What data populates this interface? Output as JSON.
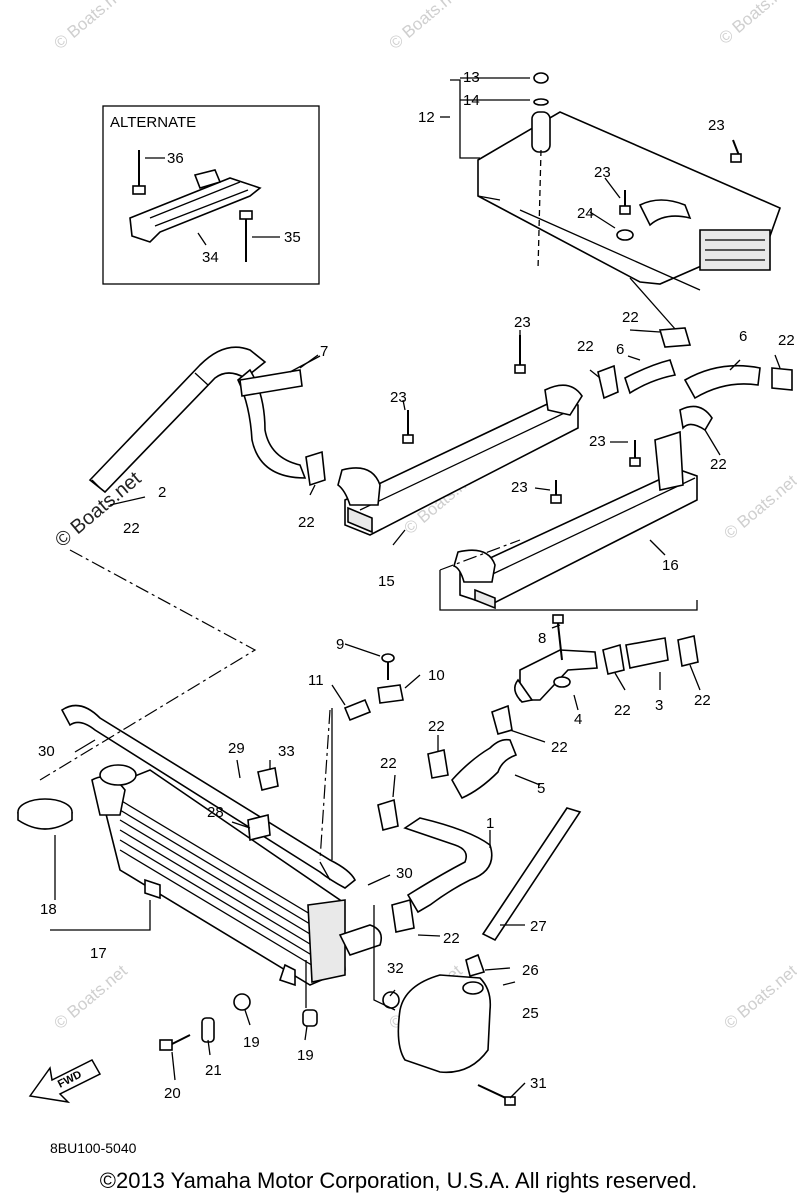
{
  "watermarks": [
    "© Boats.net"
  ],
  "alternate_box": {
    "title": "ALTERNATE"
  },
  "callouts": {
    "c1": "1",
    "c2": "2",
    "c3": "3",
    "c4": "4",
    "c5": "5",
    "c6a": "6",
    "c6b": "6",
    "c7": "7",
    "c8": "8",
    "c9": "9",
    "c10": "10",
    "c11": "11",
    "c12": "12",
    "c13": "13",
    "c14": "14",
    "c15": "15",
    "c16": "16",
    "c17": "17",
    "c18": "18",
    "c19a": "19",
    "c19b": "19",
    "c20": "20",
    "c21": "21",
    "c22": "22",
    "c23": "23",
    "c24": "24",
    "c25": "25",
    "c26": "26",
    "c27": "27",
    "c28": "28",
    "c29": "29",
    "c30a": "30",
    "c30b": "30",
    "c31": "31",
    "c32": "32",
    "c33": "33",
    "c34": "34",
    "c35": "35",
    "c36": "36"
  },
  "part_code": "8BU100-5040",
  "fwd_label": "FWD",
  "copyright": "©2013 Yamaha Motor Corporation, U.S.A. All rights reserved."
}
